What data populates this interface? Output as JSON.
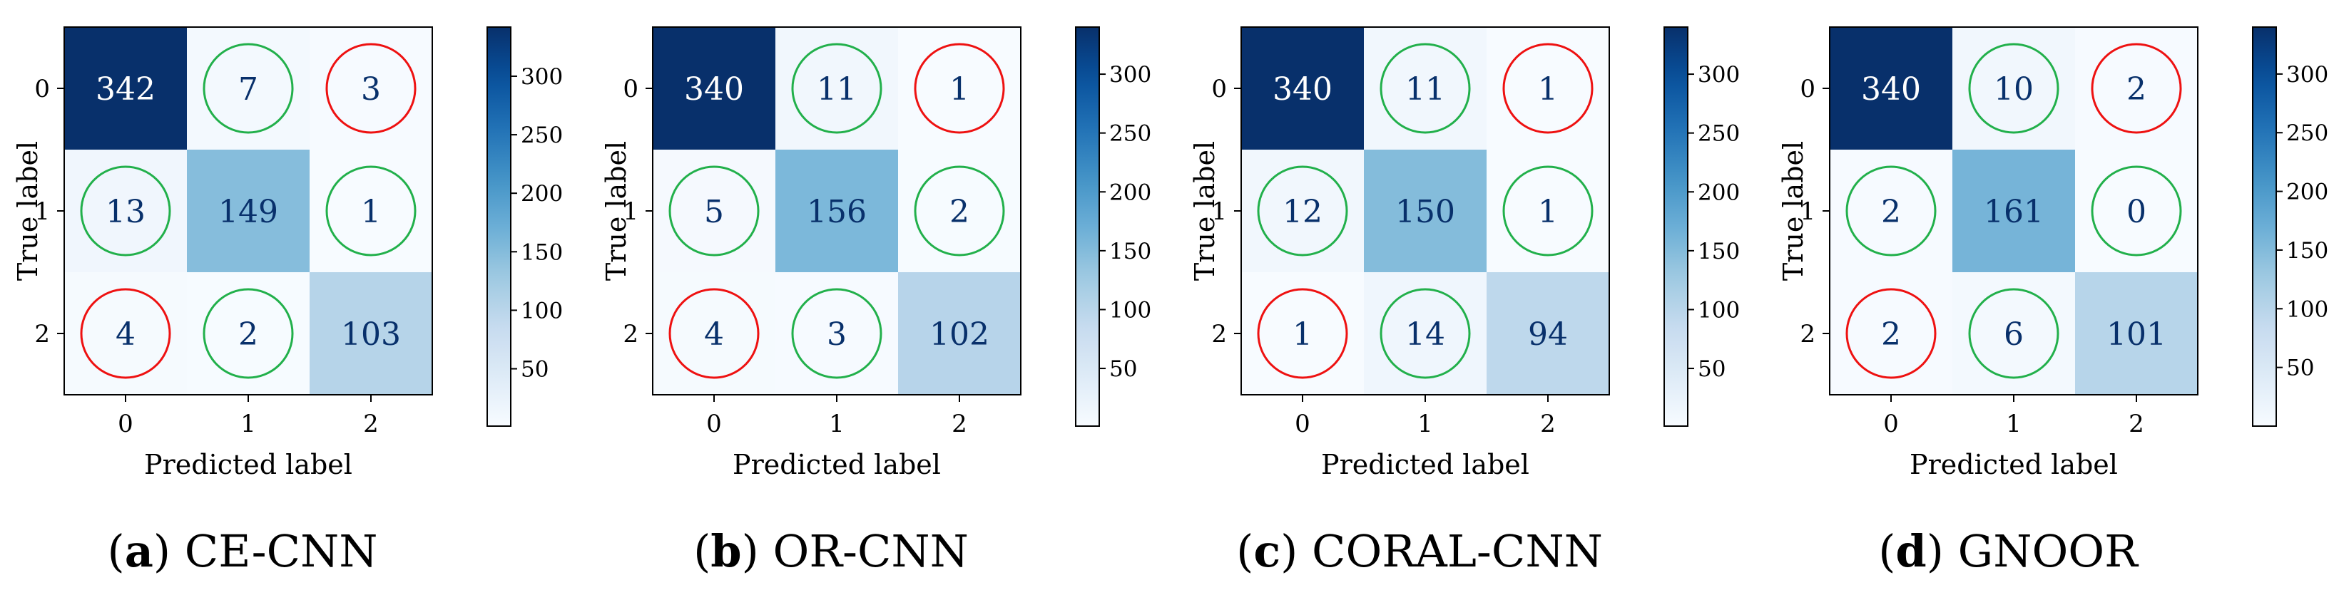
{
  "chart_data": [
    {
      "type": "heatmap",
      "caption_letter": "a",
      "caption_text": "CE-CNN",
      "xlabel": "Predicted label",
      "ylabel": "True label",
      "x_categories": [
        "0",
        "1",
        "2"
      ],
      "y_categories": [
        "0",
        "1",
        "2"
      ],
      "values": [
        [
          342,
          7,
          3
        ],
        [
          13,
          149,
          1
        ],
        [
          4,
          2,
          103
        ]
      ],
      "circles": [
        [
          "none",
          "green",
          "red"
        ],
        [
          "green",
          "none",
          "green"
        ],
        [
          "red",
          "green",
          "none"
        ]
      ],
      "colorbar": {
        "ticks": [
          50,
          100,
          150,
          200,
          250,
          300
        ],
        "range": [
          1,
          342
        ]
      }
    },
    {
      "type": "heatmap",
      "caption_letter": "b",
      "caption_text": "OR-CNN",
      "xlabel": "Predicted label",
      "ylabel": "True label",
      "x_categories": [
        "0",
        "1",
        "2"
      ],
      "y_categories": [
        "0",
        "1",
        "2"
      ],
      "values": [
        [
          340,
          11,
          1
        ],
        [
          5,
          156,
          2
        ],
        [
          4,
          3,
          102
        ]
      ],
      "circles": [
        [
          "none",
          "green",
          "red"
        ],
        [
          "green",
          "none",
          "green"
        ],
        [
          "red",
          "green",
          "none"
        ]
      ],
      "colorbar": {
        "ticks": [
          50,
          100,
          150,
          200,
          250,
          300
        ],
        "range": [
          1,
          340
        ]
      }
    },
    {
      "type": "heatmap",
      "caption_letter": "c",
      "caption_text": "CORAL-CNN",
      "xlabel": "Predicted label",
      "ylabel": "True label",
      "x_categories": [
        "0",
        "1",
        "2"
      ],
      "y_categories": [
        "0",
        "1",
        "2"
      ],
      "values": [
        [
          340,
          11,
          1
        ],
        [
          12,
          150,
          1
        ],
        [
          1,
          14,
          94
        ]
      ],
      "circles": [
        [
          "none",
          "green",
          "red"
        ],
        [
          "green",
          "none",
          "green"
        ],
        [
          "red",
          "green",
          "none"
        ]
      ],
      "colorbar": {
        "ticks": [
          50,
          100,
          150,
          200,
          250,
          300
        ],
        "range": [
          1,
          340
        ]
      }
    },
    {
      "type": "heatmap",
      "caption_letter": "d",
      "caption_text": "GNOOR",
      "xlabel": "Predicted label",
      "ylabel": "True label",
      "x_categories": [
        "0",
        "1",
        "2"
      ],
      "y_categories": [
        "0",
        "1",
        "2"
      ],
      "values": [
        [
          340,
          10,
          2
        ],
        [
          2,
          161,
          0
        ],
        [
          2,
          6,
          101
        ]
      ],
      "circles": [
        [
          "none",
          "green",
          "red"
        ],
        [
          "green",
          "none",
          "green"
        ],
        [
          "red",
          "green",
          "none"
        ]
      ],
      "colorbar": {
        "ticks": [
          50,
          100,
          150,
          200,
          250,
          300
        ],
        "range": [
          0,
          340
        ]
      }
    }
  ],
  "colors": {
    "circle_green": "#22b04b",
    "circle_red": "#ee1111",
    "text_on_light": "#08306b",
    "text_on_dark": "#ffffff",
    "axis": "#000000"
  }
}
